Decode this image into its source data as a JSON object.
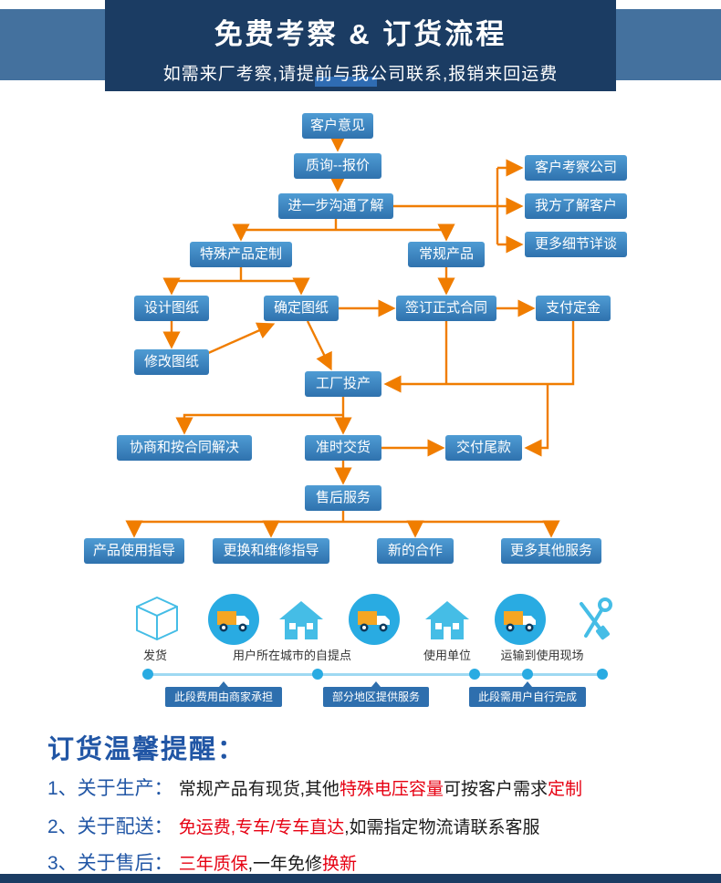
{
  "header": {
    "title": "免费考察 & 订货流程",
    "subtitle": "如需来厂考察,请提前与我公司联系,报销来回运费"
  },
  "colors": {
    "header_bg": "#1b3c63",
    "wing_bg": "#44719e",
    "box_blue": "#3d7fc1",
    "arrow_orange": "#f07d00",
    "lightblue": "#29abe2",
    "red": "#e60012",
    "blue_text": "#2156a5"
  },
  "flow": {
    "nodes": [
      {
        "label": "客户意见"
      },
      {
        "label": "质询--报价"
      },
      {
        "label": "进一步沟通了解"
      },
      {
        "label": "客户考察公司"
      },
      {
        "label": "我方了解客户"
      },
      {
        "label": "更多细节详谈"
      },
      {
        "label": "特殊产品定制"
      },
      {
        "label": "常规产品"
      },
      {
        "label": "设计图纸"
      },
      {
        "label": "确定图纸"
      },
      {
        "label": "签订正式合同"
      },
      {
        "label": "支付定金"
      },
      {
        "label": "修改图纸"
      },
      {
        "label": "工厂投产"
      },
      {
        "label": "协商和按合同解决"
      },
      {
        "label": "准时交货"
      },
      {
        "label": "交付尾款"
      },
      {
        "label": "售后服务"
      },
      {
        "label": "产品使用指导"
      },
      {
        "label": "更换和维修指导"
      },
      {
        "label": "新的合作"
      },
      {
        "label": "更多其他服务"
      }
    ]
  },
  "logistics": {
    "steps": [
      {
        "icon": "package-icon"
      },
      {
        "icon": "delivery-truck-icon"
      },
      {
        "icon": "house-icon"
      },
      {
        "icon": "delivery-truck-icon"
      },
      {
        "icon": "house-icon"
      },
      {
        "icon": "delivery-truck-icon"
      },
      {
        "icon": "tools-icon"
      }
    ],
    "labels": [
      "发货",
      "用户所在城市的自提点",
      "使用单位",
      "运输到使用现场"
    ],
    "tags": [
      "此段费用由商家承担",
      "部分地区提供服务",
      "此段需用户自行完成"
    ]
  },
  "reminder": {
    "title": "订货温馨提醒：",
    "items": [
      {
        "label": "1、关于生产：",
        "segments": [
          {
            "t": "常规产品有现货,其他"
          },
          {
            "t": "特殊电压容量"
          },
          {
            "t": "可按客户需求"
          },
          {
            "t": "定制"
          }
        ]
      },
      {
        "label": "2、关于配送：",
        "segments": [
          {
            "t": "免运费,专车/专车直达"
          },
          {
            "t": ",如需指定物流请联系客服"
          }
        ]
      },
      {
        "label": "3、关于售后：",
        "segments": [
          {
            "t": "三年质保"
          },
          {
            "t": ",一年免修"
          },
          {
            "t": "换新"
          }
        ]
      }
    ]
  }
}
